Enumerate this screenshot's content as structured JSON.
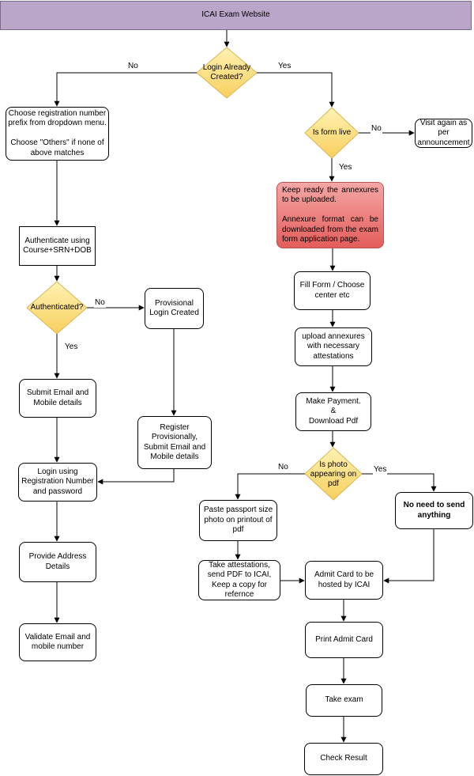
{
  "header": {
    "title": "ICAI Exam Website"
  },
  "decisions": {
    "login_created": "Login Already\nCreated?",
    "form_live": "Is form live",
    "authenticated": "Authenticated?",
    "photo": "Is photo\nappearing on\npdf"
  },
  "nodes": {
    "choose_prefix": "Choose registration number prefix from dropdown menu.\n\nChoose \"Others\" if none of above matches",
    "authenticate": "Authenticate using Course+SRN+DOB",
    "provisional_login": "Provisional\nLogin Created",
    "submit_email": "Submit Email and\nMobile details",
    "register_provisionally": "Register\nProvisionally,\nSubmit Email and\nMobile details",
    "login_reg": "Login using\nRegistration Number\nand password",
    "provide_address": "Provide Address\nDetails",
    "validate_email": "Validate Email and\nmobile number",
    "visit_again": "Visit again as\nper\nannouncement",
    "annexures_ready": "Keep ready the annexures to be uploaded.\n\nAnnexure format can be downloaded from the exam form application page.",
    "fill_form": "Fill Form / Choose\ncenter etc",
    "upload_annexures": "upload annexures\nwith necessary\nattestations",
    "make_payment": "Make Payment.\n&\nDownload Pdf",
    "paste_photo": "Paste passport size\nphoto on printout of\npdf",
    "no_need": "No need to send\nanything",
    "take_attestations": "Take attestations,\nsend PDF to ICAI,\nKeep a copy for\nrefernce",
    "admit_card": "Admit Card to be\nhosted by ICAI",
    "print_admit": "Print Admit Card",
    "take_exam": "Take exam",
    "check_result": "Check Result"
  },
  "edge_labels": {
    "login_no": "No",
    "login_yes": "Yes",
    "form_no": "No",
    "form_yes": "Yes",
    "auth_no": "No",
    "auth_yes": "Yes",
    "photo_no": "No",
    "photo_yes": "Yes"
  },
  "colors": {
    "header_fill": "#b9a6c9",
    "decision_fill": "#fbd56e",
    "warning_fill": "#e35d5b",
    "line": "#000000"
  }
}
